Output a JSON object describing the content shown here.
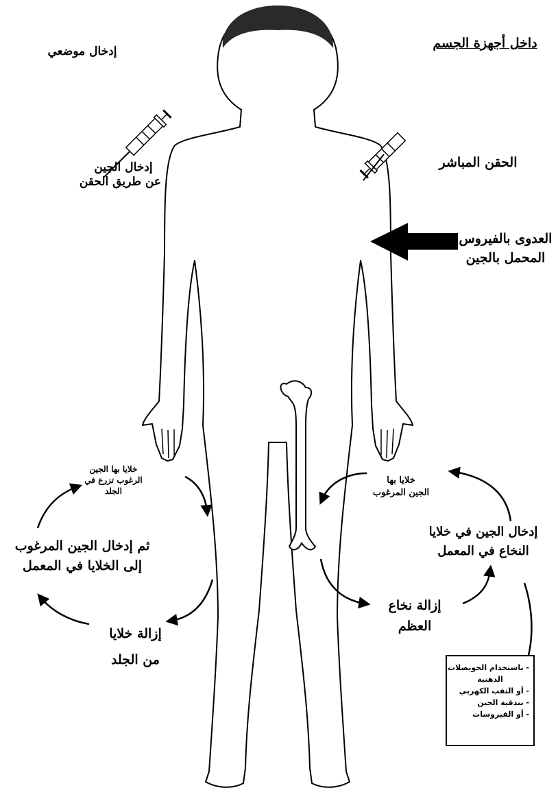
{
  "labels": {
    "title": "داخل أجهزة الجسم",
    "local": "إدخال موضعي",
    "direct_injection": "الحقن المباشر",
    "inject_line1": "إدخال الجين",
    "inject_line2": "عن طريق الحقن",
    "virus_line1": "العدوى بالفيروس",
    "virus_line2": "المحمل بالجين",
    "skin_cells_line1": "خلايا بها الجين",
    "skin_cells_line2": "الرغوب تزرع في",
    "skin_cells_line3": "الجلد",
    "insert_lab_line1": "ثم إدخال الجين المرغوب",
    "insert_lab_line2": "إلى الخلايا في المعمل",
    "remove_skin_line1": "إزالة خلايا",
    "remove_skin_line2": "من الجلد",
    "marrow_cells_line1": "خلايا بها",
    "marrow_cells_line2": "الجين المرغوب",
    "marrow_insert_line1": "إدخال الجين في خلايا",
    "marrow_insert_line2": "النخاع في المعمل",
    "remove_marrow_line1": "إزالة نخاع",
    "remove_marrow_line2": "العظم"
  },
  "methods": [
    "- باستخدام الحويصلات",
    "الدهنية",
    "- أو الثقب الكهربي",
    "- بندقية الجين",
    "- أو الفيروسات"
  ],
  "colors": {
    "ink": "#000000",
    "background": "#ffffff",
    "hair": "#2a2a2a"
  }
}
